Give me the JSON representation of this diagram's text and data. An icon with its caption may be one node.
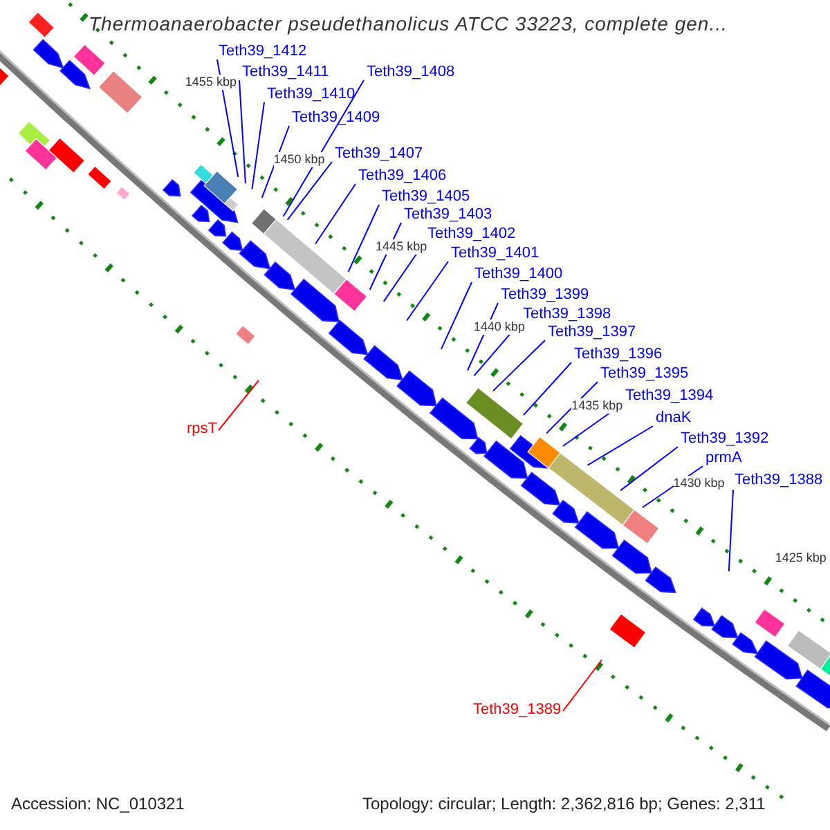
{
  "diagram": {
    "title": "Thermoanaerobacter pseudethanolicus ATCC 33223, complete gen...",
    "nodes": [
      {
        "text": [
          "Teth39_1412"
        ]
      },
      {
        "text": [
          "Teth39_1411"
        ]
      },
      {
        "text": [
          "Teth39_1408"
        ]
      },
      {
        "text": [
          "Teth39_1410"
        ]
      },
      {
        "text": [
          "Teth39_1409"
        ]
      },
      {
        "text": [
          "Teth39_1407"
        ]
      },
      {
        "text": [
          "Teth39_1406"
        ]
      },
      {
        "text": [
          "Teth39_1405"
        ]
      },
      {
        "text": [
          "Teth39_1403"
        ]
      },
      {
        "text": [
          "Teth39_1402"
        ]
      },
      {
        "text": [
          "Teth39_1401"
        ]
      },
      {
        "text": [
          "Teth39_1400"
        ]
      },
      {
        "text": [
          "Teth39_1399"
        ]
      },
      {
        "text": [
          "Teth39_1398"
        ]
      },
      {
        "text": [
          "Teth39_1397"
        ]
      },
      {
        "text": [
          "Teth39_1396"
        ]
      },
      {
        "text": [
          "Teth39_1395"
        ]
      },
      {
        "text": [
          "Teth39_1394"
        ]
      },
      {
        "text": [
          "dnaK"
        ]
      },
      {
        "text": [
          "Teth39_1392"
        ]
      },
      {
        "text": [
          "prmA"
        ]
      },
      {
        "text": [
          "rpsT"
        ]
      },
      {
        "text": [
          "Teth39_1388"
        ]
      },
      {
        "text": [
          "Teth39_1389"
        ]
      }
    ],
    "edges": [
      {
        "from": 0,
        "to": null,
        "arrow": "none"
      },
      {
        "from": 1,
        "to": null,
        "arrow": "none"
      },
      {
        "from": 2,
        "to": null,
        "arrow": "none"
      },
      {
        "from": 3,
        "to": null,
        "arrow": "none"
      },
      {
        "from": 4,
        "to": null,
        "arrow": "none"
      },
      {
        "from": 5,
        "to": null,
        "arrow": "none"
      },
      {
        "from": 6,
        "to": null,
        "arrow": "none"
      },
      {
        "from": 7,
        "to": null,
        "arrow": "none"
      },
      {
        "from": 8,
        "to": null,
        "arrow": "none"
      },
      {
        "from": 9,
        "to": null,
        "arrow": "none"
      },
      {
        "from": 10,
        "to": null,
        "arrow": "none"
      },
      {
        "from": 11,
        "to": null,
        "arrow": "none"
      },
      {
        "from": 12,
        "to": null,
        "arrow": "none"
      },
      {
        "from": 13,
        "to": null,
        "arrow": "none"
      },
      {
        "from": 14,
        "to": null,
        "arrow": "none"
      },
      {
        "from": 15,
        "to": null,
        "arrow": "none"
      },
      {
        "from": 16,
        "to": null,
        "arrow": "none"
      },
      {
        "from": 17,
        "to": null,
        "arrow": "none"
      },
      {
        "from": 18,
        "to": null,
        "arrow": "none"
      },
      {
        "from": 19,
        "to": null,
        "arrow": "none"
      },
      {
        "from": 20,
        "to": null,
        "arrow": "none"
      },
      {
        "from": 21,
        "to": null,
        "arrow": "none",
        "color": "#ff0000"
      },
      {
        "from": 22,
        "to": null,
        "arrow": "none"
      },
      {
        "from": 23,
        "to": null,
        "arrow": "none",
        "color": "#ff0000"
      }
    ],
    "labels": [
      "1455 kbp",
      "1450 kbp",
      "1445 kbp",
      "1440 kbp",
      "1435 kbp",
      "1430 kbp",
      "1425 kbp",
      "Accession: NC_010321",
      "Topology: circular; Length: 2,362,816 bp; Genes: 2,311"
    ]
  }
}
